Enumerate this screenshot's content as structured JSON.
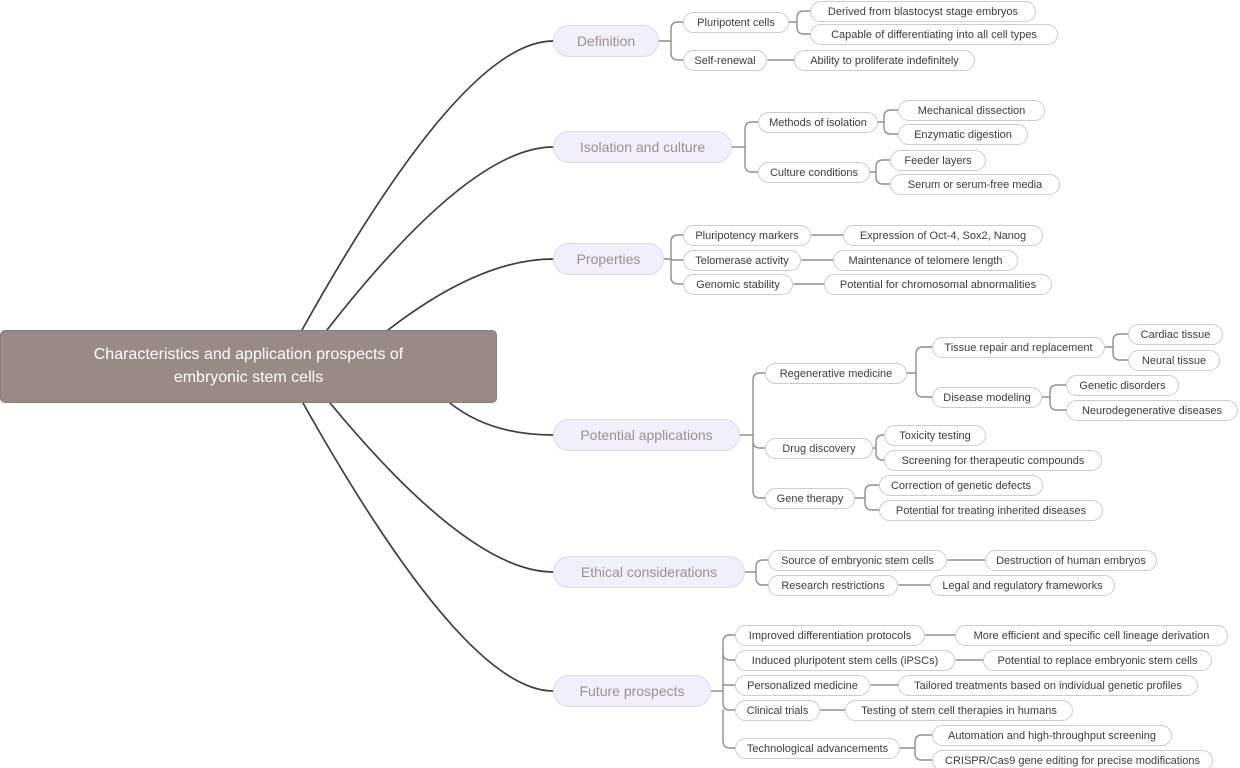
{
  "colors": {
    "root_bg": "#9a8a85",
    "root_text": "#ffffff",
    "branch_bg": "#f1effa",
    "branch_border": "#ddd9ec",
    "branch_text": "#9d8f94",
    "leaf_bg": "#ffffff",
    "leaf_border": "#cccccc",
    "leaf_text": "#3c3c3c",
    "root_link": "#3f3b3d",
    "link": "#8f8f8f"
  },
  "mindmap": {
    "root": {
      "label": "Characteristics and application prospects of embryonic stem cells"
    },
    "branches": [
      {
        "label": "Definition",
        "children": [
          {
            "label": "Pluripotent cells",
            "children": [
              {
                "label": "Derived from blastocyst stage embryos"
              },
              {
                "label": "Capable of differentiating into all cell types"
              }
            ]
          },
          {
            "label": "Self-renewal",
            "children": [
              {
                "label": "Ability to proliferate indefinitely"
              }
            ]
          }
        ]
      },
      {
        "label": "Isolation and culture",
        "children": [
          {
            "label": "Methods of isolation",
            "children": [
              {
                "label": "Mechanical dissection"
              },
              {
                "label": "Enzymatic digestion"
              }
            ]
          },
          {
            "label": "Culture conditions",
            "children": [
              {
                "label": "Feeder layers"
              },
              {
                "label": "Serum or serum-free media"
              }
            ]
          }
        ]
      },
      {
        "label": "Properties",
        "children": [
          {
            "label": "Pluripotency markers",
            "children": [
              {
                "label": "Expression of Oct-4, Sox2, Nanog"
              }
            ]
          },
          {
            "label": "Telomerase activity",
            "children": [
              {
                "label": "Maintenance of telomere length"
              }
            ]
          },
          {
            "label": "Genomic stability",
            "children": [
              {
                "label": "Potential for chromosomal abnormalities"
              }
            ]
          }
        ]
      },
      {
        "label": "Potential applications",
        "children": [
          {
            "label": "Regenerative medicine",
            "children": [
              {
                "label": "Tissue repair and replacement",
                "children": [
                  {
                    "label": "Cardiac tissue"
                  },
                  {
                    "label": "Neural tissue"
                  }
                ]
              },
              {
                "label": "Disease modeling",
                "children": [
                  {
                    "label": "Genetic disorders"
                  },
                  {
                    "label": "Neurodegenerative diseases"
                  }
                ]
              }
            ]
          },
          {
            "label": "Drug discovery",
            "children": [
              {
                "label": "Toxicity testing"
              },
              {
                "label": "Screening for therapeutic compounds"
              }
            ]
          },
          {
            "label": "Gene therapy",
            "children": [
              {
                "label": "Correction of genetic defects"
              },
              {
                "label": "Potential for treating inherited diseases"
              }
            ]
          }
        ]
      },
      {
        "label": "Ethical considerations",
        "children": [
          {
            "label": "Source of embryonic stem cells",
            "children": [
              {
                "label": "Destruction of human embryos"
              }
            ]
          },
          {
            "label": "Research restrictions",
            "children": [
              {
                "label": "Legal and regulatory frameworks"
              }
            ]
          }
        ]
      },
      {
        "label": "Future prospects",
        "children": [
          {
            "label": "Improved differentiation protocols",
            "children": [
              {
                "label": "More efficient and specific cell lineage derivation"
              }
            ]
          },
          {
            "label": "Induced pluripotent stem cells (iPSCs)",
            "children": [
              {
                "label": "Potential to replace embryonic stem cells"
              }
            ]
          },
          {
            "label": "Personalized medicine",
            "children": [
              {
                "label": "Tailored treatments based on individual genetic profiles"
              }
            ]
          },
          {
            "label": "Clinical trials",
            "children": [
              {
                "label": "Testing of stem cell therapies in humans"
              }
            ]
          },
          {
            "label": "Technological advancements",
            "children": [
              {
                "label": "Automation and high-throughput screening"
              },
              {
                "label": "CRISPR/Cas9 gene editing for precise modifications"
              }
            ]
          }
        ]
      }
    ]
  }
}
